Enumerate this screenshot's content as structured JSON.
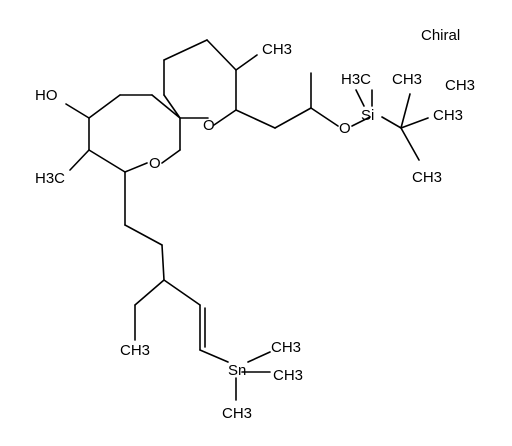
{
  "header": {
    "chiral_label": "Chiral"
  },
  "labels": {
    "ho": "HO",
    "o_ring_left": "O",
    "o_ring_right": "O",
    "o_silyl": "O",
    "si": "Si",
    "sn": "Sn",
    "ch3_ring_top": "CH3",
    "h3c_ring_left": "H3C",
    "h3c_si_up": "H3C",
    "ch3_si_up": "CH3",
    "ch3_tbu_right": "CH3",
    "ch3_tbu_up": "CH3",
    "ch3_tbu_down": "CH3",
    "ch3_ethyl": "CH3",
    "ch3_sn_right": "CH3",
    "ch3_sn_bottom": "CH3",
    "ch3_sn_mid": "CH3"
  }
}
